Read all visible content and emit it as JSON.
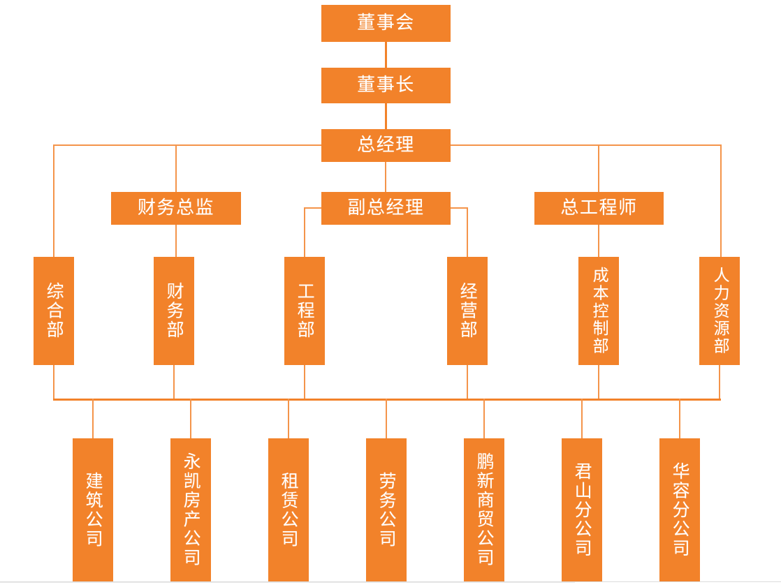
{
  "theme": {
    "box_color": "#F2822A",
    "line_color": "#F2822A",
    "thin_line_color": "#F4944A",
    "text_color": "#FFFFFF",
    "background": "#FFFFFF"
  },
  "chart_title": "",
  "nodes": {
    "board": {
      "label": "董事会"
    },
    "chairman": {
      "label": "董事长"
    },
    "general_manager": {
      "label": "总经理"
    },
    "finance_director": {
      "label": "财务总监"
    },
    "deputy_general_manager": {
      "label": "副总经理"
    },
    "chief_engineer": {
      "label": "总工程师"
    }
  },
  "departments": [
    {
      "label": "综合部"
    },
    {
      "label": "财务部"
    },
    {
      "label": "工程部"
    },
    {
      "label": "经营部"
    },
    {
      "label": "成本控制部"
    },
    {
      "label": "人力资源部"
    }
  ],
  "subsidiaries": [
    {
      "label": "建筑公司"
    },
    {
      "label": "永凯房产公司"
    },
    {
      "label": "租赁公司"
    },
    {
      "label": "劳务公司"
    },
    {
      "label": "鹏新商贸公司"
    },
    {
      "label": "君山分公司"
    },
    {
      "label": "华容分公司"
    }
  ]
}
